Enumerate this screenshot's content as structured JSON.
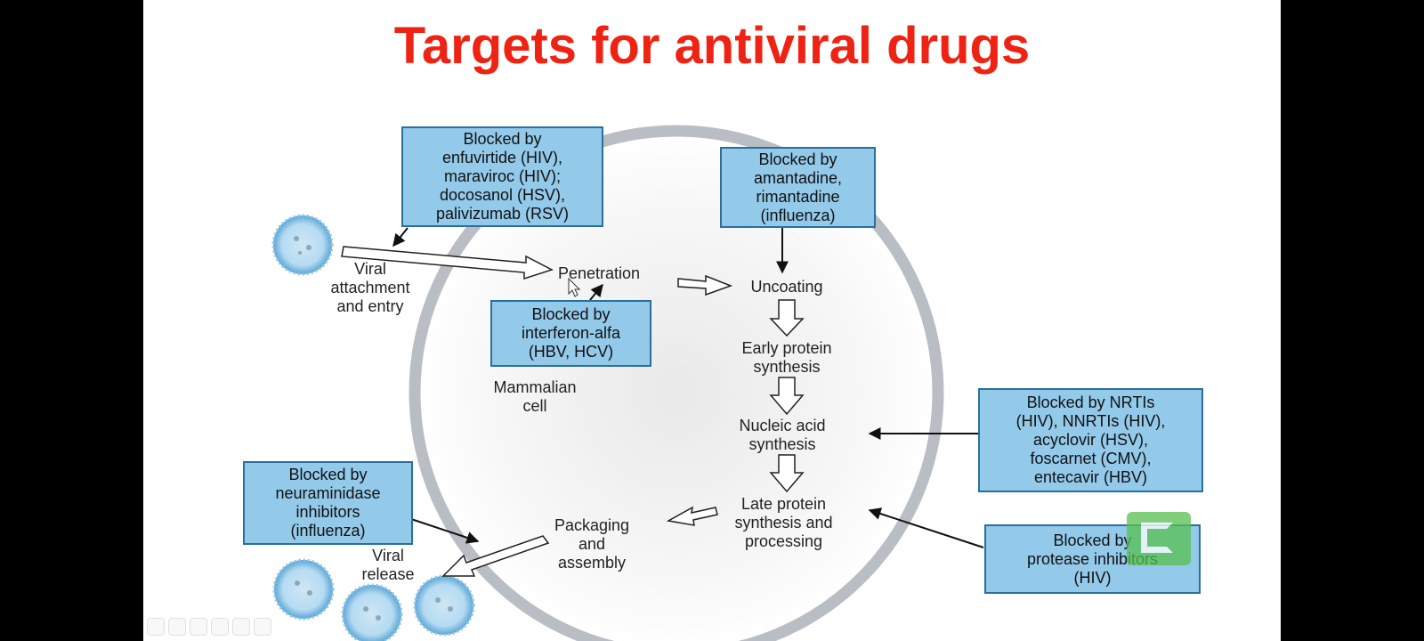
{
  "title": "Targets for antiviral drugs",
  "boxes": {
    "entry": "Blocked by\nenfuvirtide (HIV),\nmaraviroc (HIV);\ndocosanol (HSV),\npalivizumab (RSV)",
    "uncoating": "Blocked by\namantadine,\nrimantadine\n(influenza)",
    "penetration": "Blocked by\ninterferon-alfa\n(HBV, HCV)",
    "nucleic": "Blocked by NRTIs\n(HIV), NNRTIs (HIV),\nacyclovir (HSV),\nfoscarnet (CMV),\nentecavir (HBV)",
    "release": "Blocked by\nneuraminidase\ninhibitors\n(influenza)",
    "protease": "Blocked by\nprotease inhibitors\n(HIV)"
  },
  "labels": {
    "attachment": "Viral\nattachment\nand entry",
    "penetration": "Penetration",
    "uncoating": "Uncoating",
    "early": "Early protein\nsynthesis",
    "nucleic": "Nucleic acid\nsynthesis",
    "late": "Late protein\nsynthesis and\nprocessing",
    "packaging": "Packaging\nand\nassembly",
    "release": "Viral\nrelease",
    "cell": "Mammalian\ncell"
  },
  "colors": {
    "title": "#ee2314",
    "box_fill": "#93c9e9",
    "box_border": "#2a6f9e",
    "cell_ring": "#b9bec4",
    "virus": "#5aa6d6"
  },
  "icons": [
    "virus-icon",
    "cursor-icon",
    "watermark-logo-icon"
  ]
}
